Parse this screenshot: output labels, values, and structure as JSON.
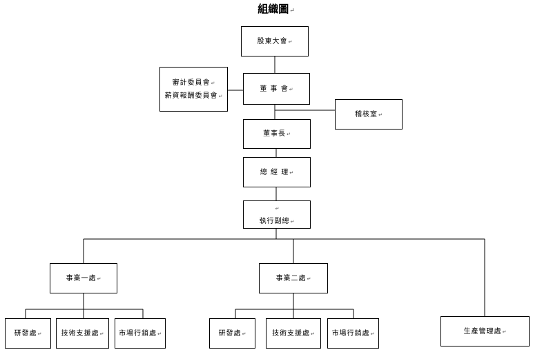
{
  "title": "組織圖",
  "title_mark": "↵",
  "para_mark": "↵",
  "nodes": {
    "shareholders": "股東大會",
    "audit_comp": [
      "審計委員會",
      "薪資報酬委員會"
    ],
    "board": "董 事 會",
    "internal_audit": "稽核室",
    "chairman": "董事長",
    "general_manager": "總 經 理",
    "exec_vp": "執行副總",
    "div1": "事業一處",
    "div2": "事業二處",
    "production": "生產管理處",
    "div1_rd": "研發處",
    "div1_tech": "技術支援處",
    "div1_marketing": "市場行銷處",
    "div2_rd": "研發處",
    "div2_tech": "技術支援處",
    "div2_marketing": "市場行銷處"
  }
}
